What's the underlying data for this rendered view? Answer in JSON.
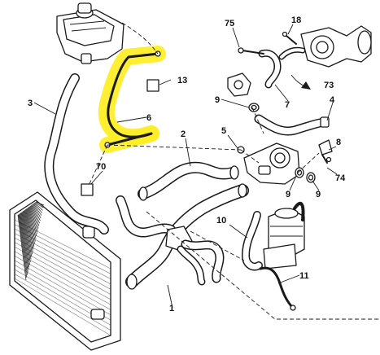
{
  "diagram": {
    "highlight_color": "#ffee22",
    "line_color": "#1a1a1a",
    "callouts": [
      "1",
      "2",
      "3",
      "4",
      "5",
      "6",
      "7",
      "8",
      "9",
      "9",
      "9",
      "10",
      "11",
      "13",
      "18",
      "70",
      "73",
      "74",
      "75"
    ]
  }
}
